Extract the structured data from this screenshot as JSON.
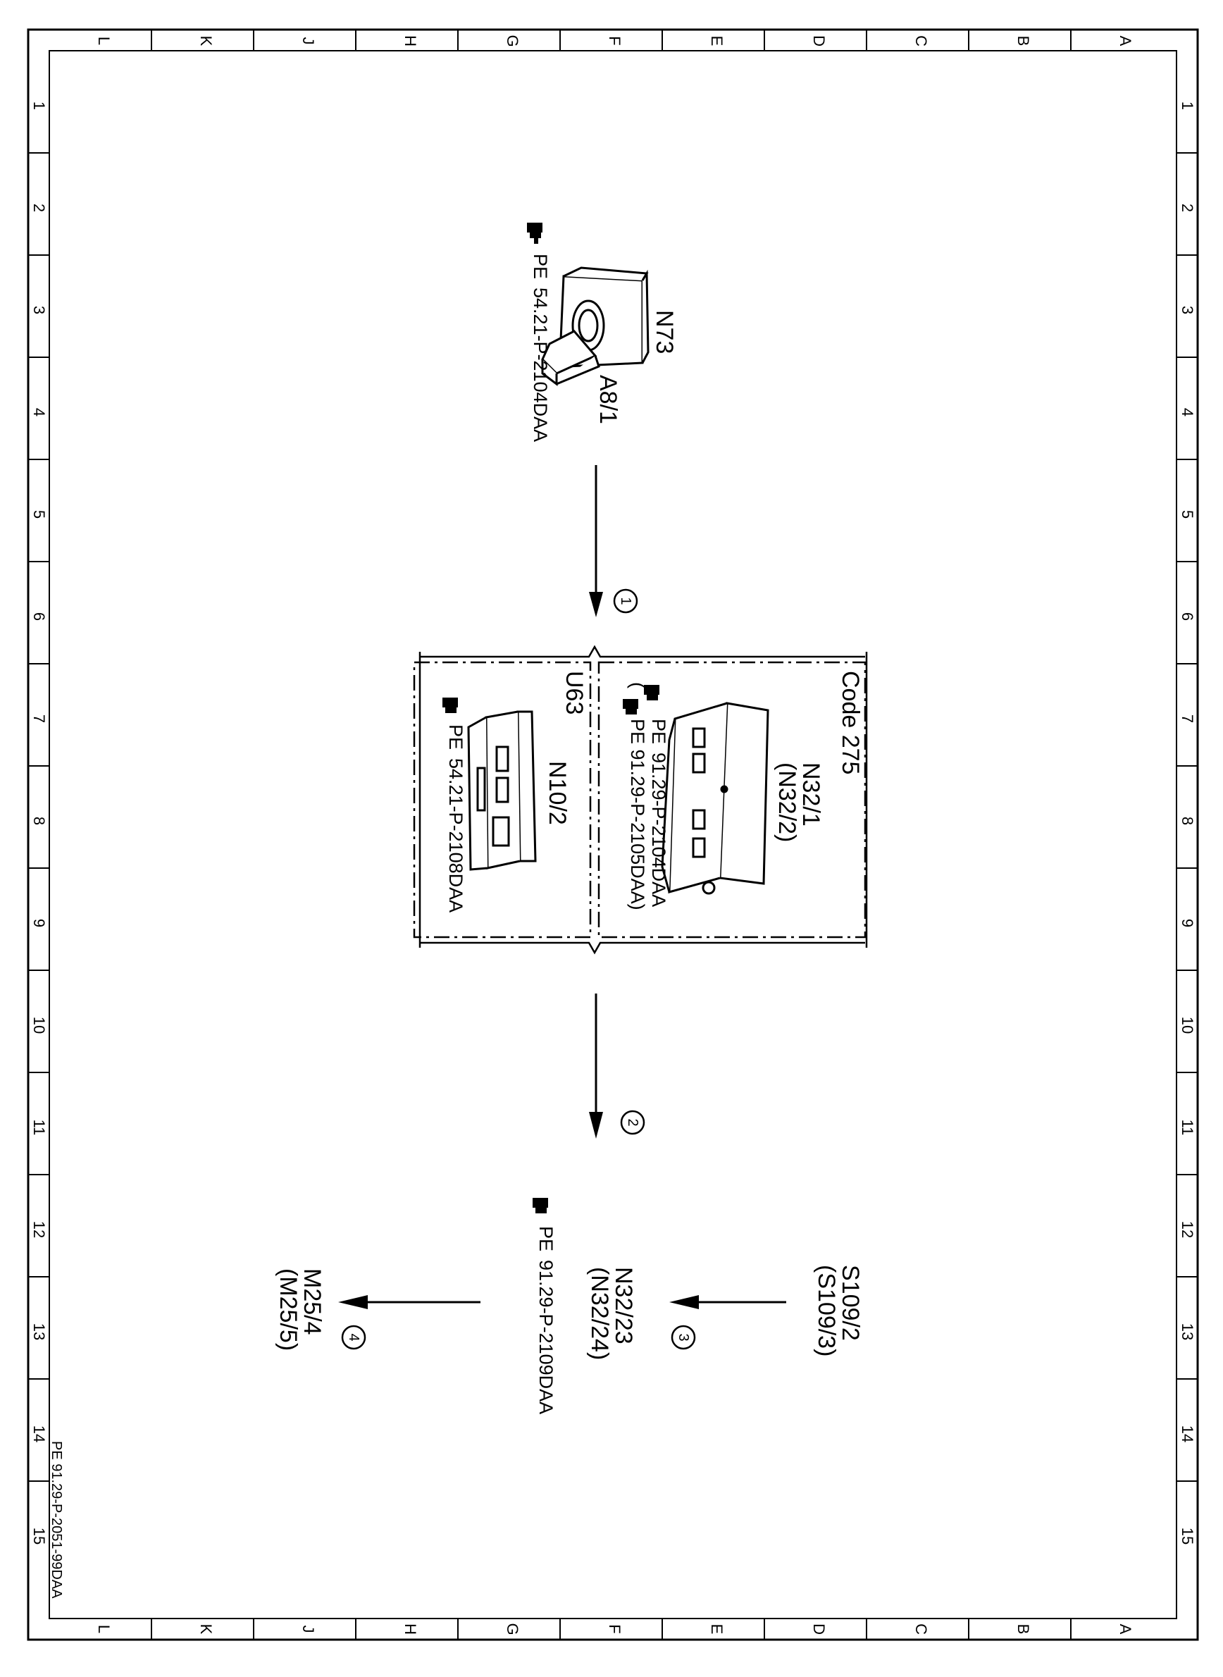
{
  "border": {
    "column_letters": [
      "L",
      "K",
      "J",
      "H",
      "G",
      "F",
      "E",
      "D",
      "C",
      "B",
      "A"
    ],
    "row_numbers": [
      "1",
      "2",
      "3",
      "4",
      "5",
      "6",
      "7",
      "8",
      "9",
      "10",
      "11",
      "12",
      "13",
      "14",
      "15"
    ]
  },
  "components": {
    "ignition_switch": {
      "designation": "N73",
      "key_designation": "A8/1",
      "ref_prefix": "PE",
      "ref_number": "54.21-P-2104DAA"
    },
    "code_box": {
      "code_label": "Code 275",
      "module_designation": "N32/1",
      "module_alt": "(N32/2)",
      "ref1_prefix": "PE",
      "ref1_number": "91.29-P-2104DAA",
      "ref2_prefix": "(",
      "ref2_number": "PE 91.29-P-2105DAA)"
    },
    "u63_box": {
      "code_label": "U63",
      "module_designation": "N10/2",
      "ref_prefix": "PE",
      "ref_number": "54.21-P-2108DAA"
    },
    "switch_s109": {
      "designation": "S109/2",
      "alt": "(S109/3)"
    },
    "module_n32_23": {
      "designation": "N32/23",
      "alt": "(N32/24)",
      "ref_prefix": "PE",
      "ref_number": "91.29-P-2109DAA"
    },
    "motor_m25": {
      "designation": "M25/4",
      "alt": "(M25/5)"
    }
  },
  "steps": [
    "1",
    "2",
    "3",
    "4"
  ],
  "document_id": "PE 91.29-P-2051-99DAA"
}
